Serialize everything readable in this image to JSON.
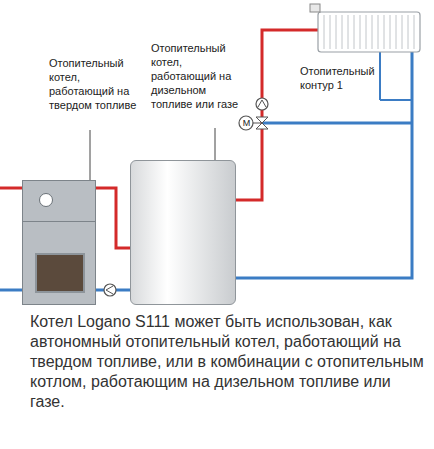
{
  "diagram": {
    "caption": "Котел Logano S111 может быть использован, как автономный отопительный котел, работающий на твердом топливе, или в комбинации с отопительным котлом, работающим на дизельном топливе или газе.",
    "nodes": [
      {
        "text": [
          "Отопительный котел, работающий на твердом топливе"
        ]
      },
      {
        "text": [
          "Отопительный котел, работающий на дизельном топливе или газе"
        ]
      }
    ],
    "edges": [
      {
        "from": 0,
        "to": 1,
        "arrow": "none"
      },
      {
        "from": 1,
        "to": 0,
        "arrow": "none"
      }
    ],
    "labels": [
      "Отопительный контур 1",
      "M"
    ]
  }
}
